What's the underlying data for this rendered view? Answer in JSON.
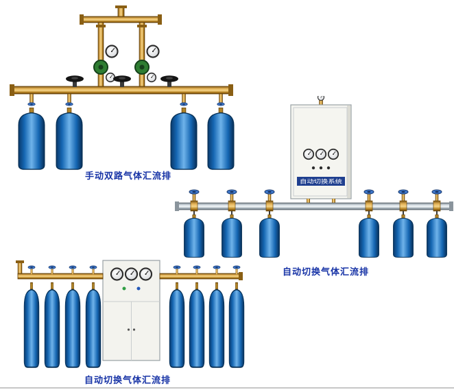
{
  "page": {
    "background": "#ffffff",
    "bottom_rule_color": "#c6c6c6"
  },
  "products": [
    {
      "id": "manual-dual-gas-manifold",
      "caption": "手动双路气体汇流排",
      "cylinder_count": 4
    },
    {
      "id": "auto-switch-gas-manifold-wall-cabinet",
      "caption": "自动切换气体汇流排",
      "cabinet_label": "自动切换系统",
      "cylinder_count": 6
    },
    {
      "id": "auto-switch-gas-manifold-floor-cabinet",
      "caption": "自动切换气体汇流排",
      "cylinder_count": 8
    }
  ],
  "colors": {
    "caption_text": "#1733a6",
    "cylinder_blue": "#1566b2",
    "brass_pipe": "#c9952f",
    "silver_pipe": "#c7d0d6",
    "valve_knob_blue": "#3e78cc",
    "regulator_green": "#2e7d32",
    "handwheel_black": "#151515",
    "cabinet_body": "#f3f3ee",
    "cabinet_label_bg": "#1f3f8f"
  }
}
